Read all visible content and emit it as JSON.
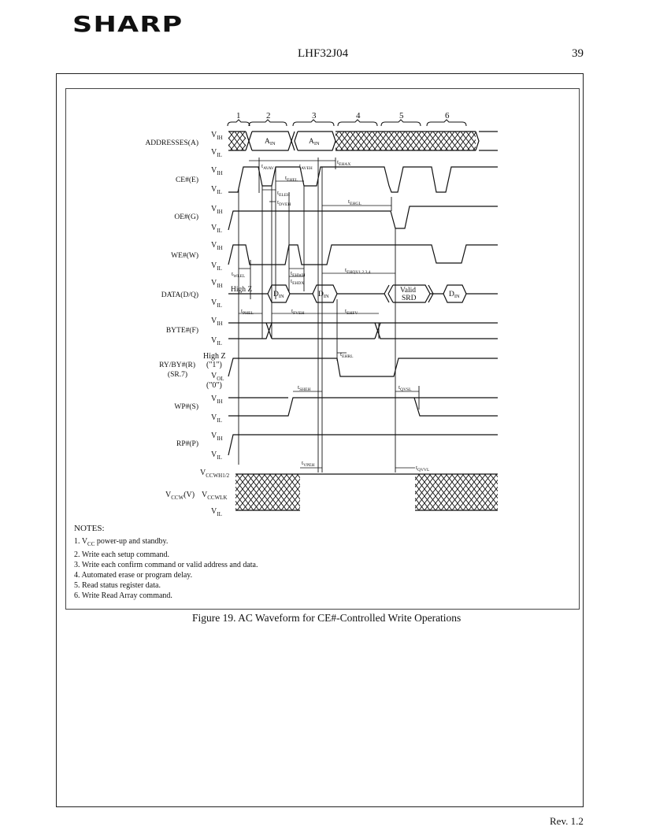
{
  "header": {
    "logo": "SHARP",
    "doc_id": "LHF32J04",
    "page": "39"
  },
  "diagram": {
    "phases": [
      "1",
      "2",
      "3",
      "4",
      "5",
      "6"
    ],
    "signals": [
      {
        "name": "ADDRESSES(A)",
        "high": "V",
        "high_sub": "IH",
        "low": "V",
        "low_sub": "IL"
      },
      {
        "name": "CE#(E)",
        "high": "V",
        "high_sub": "IH",
        "low": "V",
        "low_sub": "IL"
      },
      {
        "name": "OE#(G)",
        "high": "V",
        "high_sub": "IH",
        "low": "V",
        "low_sub": "IL"
      },
      {
        "name": "WE#(W)",
        "high": "V",
        "high_sub": "IH",
        "low": "V",
        "low_sub": "IL"
      },
      {
        "name": "DATA(D/Q)",
        "high": "V",
        "high_sub": "IH",
        "low": "V",
        "low_sub": "IL"
      },
      {
        "name": "BYTE#(F)",
        "high": "V",
        "high_sub": "IH",
        "low": "V",
        "low_sub": "IL"
      },
      {
        "name": "RY/BY#(R)",
        "name2": "(SR.7)",
        "high": "V",
        "high_sub": "OL",
        "low": "",
        "low_sub": ""
      },
      {
        "name": "WP#(S)",
        "high": "V",
        "high_sub": "IH",
        "low": "V",
        "low_sub": "IL"
      },
      {
        "name": "RP#(P)",
        "high": "V",
        "high_sub": "IH",
        "low": "V",
        "low_sub": "IL"
      },
      {
        "name": "V",
        "name_sub": "CCW",
        "name_tail": "(V)",
        "high": "V",
        "high_sub": "CCWH1/2",
        "mid": "V",
        "mid_sub": "CCWLK",
        "low": "V",
        "low_sub": "IL"
      }
    ],
    "labels": {
      "ain": "A",
      "ain_sub": "IN",
      "din": "D",
      "din_sub": "IN",
      "high_z": "High Z",
      "valid": "Valid",
      "srd": "SRD",
      "one": "(\"1\")",
      "zero": "(\"0\")",
      "tavav": "t",
      "tavav_sub": "AVAV",
      "taveh": "t",
      "taveh_sub": "AVEH",
      "tehax": "t",
      "tehax_sub": "EHAX",
      "tehel": "t",
      "tehel_sub": "EHEL",
      "teleh": "t",
      "teleh_sub": "ELEH",
      "tdveh": "t",
      "tdveh_sub": "DVEH",
      "tehgl": "t",
      "tehgl_sub": "EHGL",
      "twlel": "t",
      "twlel_sub": "WLEL",
      "tehwh": "t",
      "tehwh_sub": "EHWH",
      "tehdx": "t",
      "tehdx_sub": "EHDX",
      "tehqv": "t",
      "tehqv_sub": "EHQV1,2,3,4",
      "tphel": "t",
      "tphel_sub": "PHEL",
      "tfveh": "t",
      "tfveh_sub": "FVEH",
      "tehfv": "t",
      "tehfv_sub": "EHFV",
      "tehrl": "t",
      "tehrl_sub": "EHRL",
      "tsheh": "t",
      "tsheh_sub": "SHEH",
      "tqvsl": "t",
      "tqvsl_sub": "QVSL",
      "tvpeh": "t",
      "tvpeh_sub": "VPEH",
      "tqvvl": "t",
      "tqvvl_sub": "QVVL"
    }
  },
  "notes": {
    "title": "NOTES:",
    "items": [
      {
        "pre": "1.  V",
        "sub": "CC",
        "post": " power-up and standby."
      },
      {
        "pre": "2.  Write each setup command.",
        "sub": "",
        "post": ""
      },
      {
        "pre": "3.  Write each confirm command or valid address and data.",
        "sub": "",
        "post": ""
      },
      {
        "pre": "4.  Automated erase or program delay.",
        "sub": "",
        "post": ""
      },
      {
        "pre": "5.  Read status register data.",
        "sub": "",
        "post": ""
      },
      {
        "pre": "6.  Write Read Array command.",
        "sub": "",
        "post": ""
      }
    ]
  },
  "caption": "Figure 19.  AC Waveform for CE#-Controlled Write Operations",
  "footer": {
    "rev": "Rev. 1.2"
  }
}
